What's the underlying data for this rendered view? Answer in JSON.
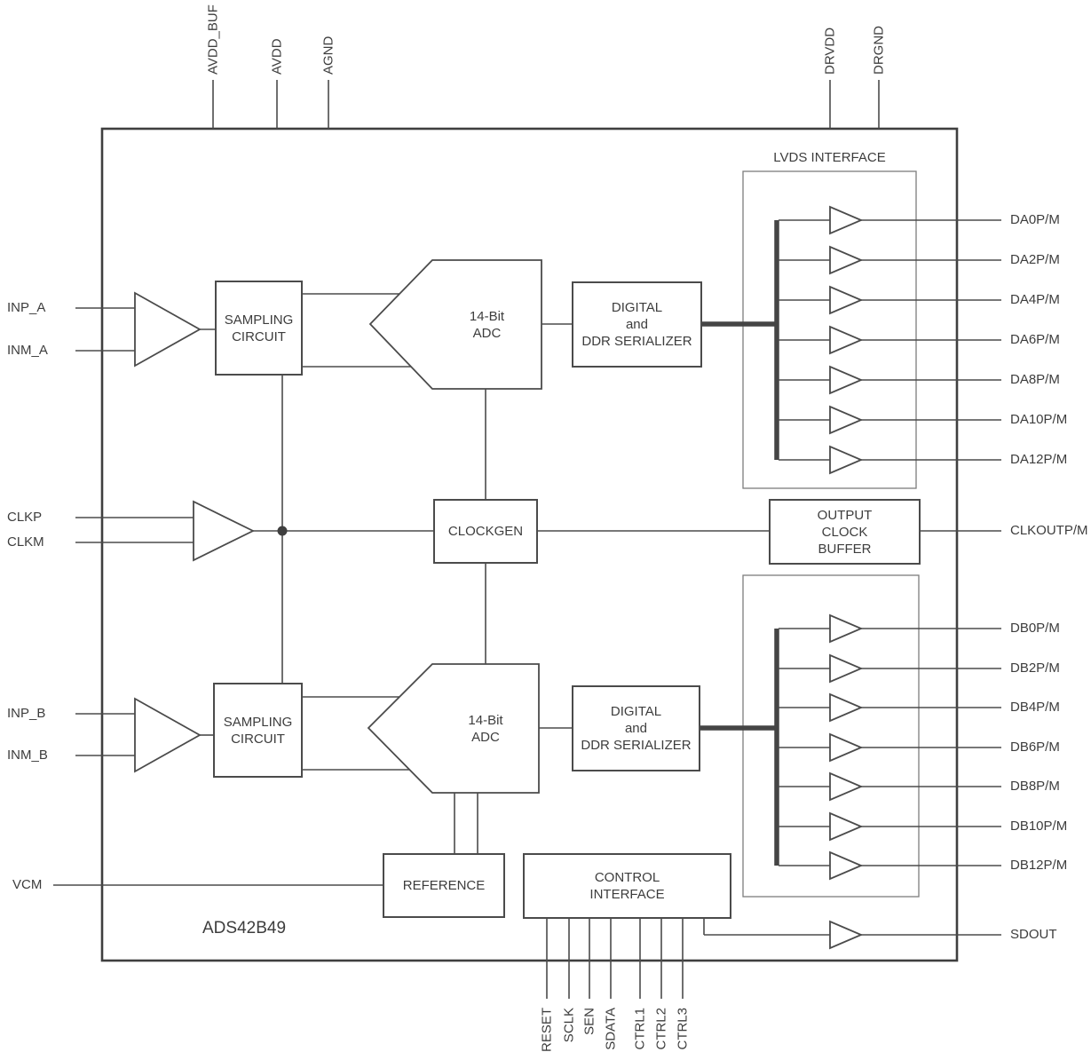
{
  "diagram": {
    "chip_name": "ADS42B49",
    "lvds_interface_label": "LVDS INTERFACE"
  },
  "top_pins": [
    "AVDD_BUF",
    "AVDD",
    "AGND",
    "DRVDD",
    "DRGND"
  ],
  "bottom_pins": [
    "RESET",
    "SCLK",
    "SEN",
    "SDATA",
    "CTRL1",
    "CTRL2",
    "CTRL3"
  ],
  "left_pins": {
    "inp_a": "INP_A",
    "inm_a": "INM_A",
    "clkp": "CLKP",
    "clkm": "CLKM",
    "inp_b": "INP_B",
    "inm_b": "INM_B",
    "vcm": "VCM"
  },
  "right_pins": {
    "channel_a": [
      "DA0P/M",
      "DA2P/M",
      "DA4P/M",
      "DA6P/M",
      "DA8P/M",
      "DA10P/M",
      "DA12P/M"
    ],
    "channel_b": [
      "DB0P/M",
      "DB2P/M",
      "DB4P/M",
      "DB6P/M",
      "DB8P/M",
      "DB10P/M",
      "DB12P/M"
    ],
    "clkout": "CLKOUTP/M",
    "sdout": "SDOUT"
  },
  "blocks": {
    "sampling_circuit_a": "SAMPLING\nCIRCUIT",
    "adc_a": "14-Bit\nADC",
    "serializer_a": "DIGITAL\nand\nDDR SERIALIZER",
    "sampling_circuit_b": "SAMPLING\nCIRCUIT",
    "adc_b": "14-Bit\nADC",
    "serializer_b": "DIGITAL\nand\nDDR SERIALIZER",
    "clockgen": "CLOCKGEN",
    "output_clock_buffer": "OUTPUT\nCLOCK\nBUFFER",
    "reference": "REFERENCE",
    "control_interface": "CONTROL\nINTERFACE"
  }
}
